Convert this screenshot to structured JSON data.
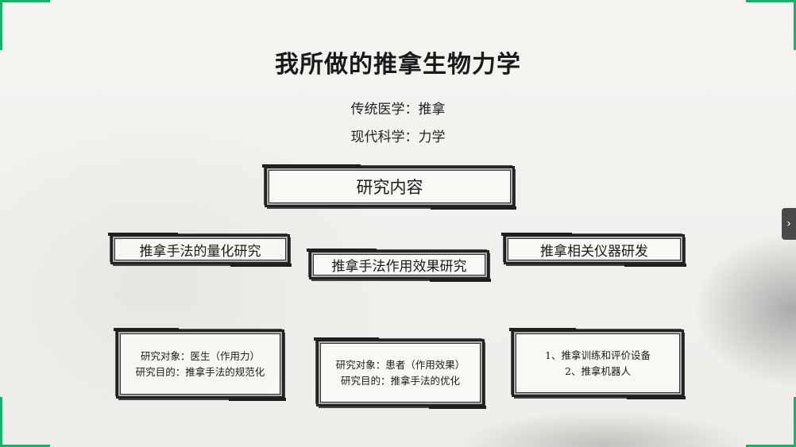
{
  "slide": {
    "title": "我所做的推拿生物力学",
    "line1": "传统医学：推拿",
    "line2": "现代科学：力学",
    "research_content": "研究内容",
    "branches": [
      "推拿手法的量化研究",
      "推拿手法作用效果研究",
      "推拿相关仪器研发"
    ],
    "details": [
      {
        "l1": "研究对象：医生（作用力）",
        "l2": "研究目的：推拿手法的规范化"
      },
      {
        "l1": "研究对象：患者（作用效果）",
        "l2": "研究目的：推拿手法的优化"
      },
      {
        "l1": "1、推拿训练和评价设备",
        "l2": "2、推拿机器人"
      }
    ]
  },
  "colors": {
    "corner_accent": "#17b26a",
    "ink": "#1a1a1a"
  },
  "controls": {
    "next_icon": "chevron-right-icon",
    "next_glyph": "›"
  }
}
